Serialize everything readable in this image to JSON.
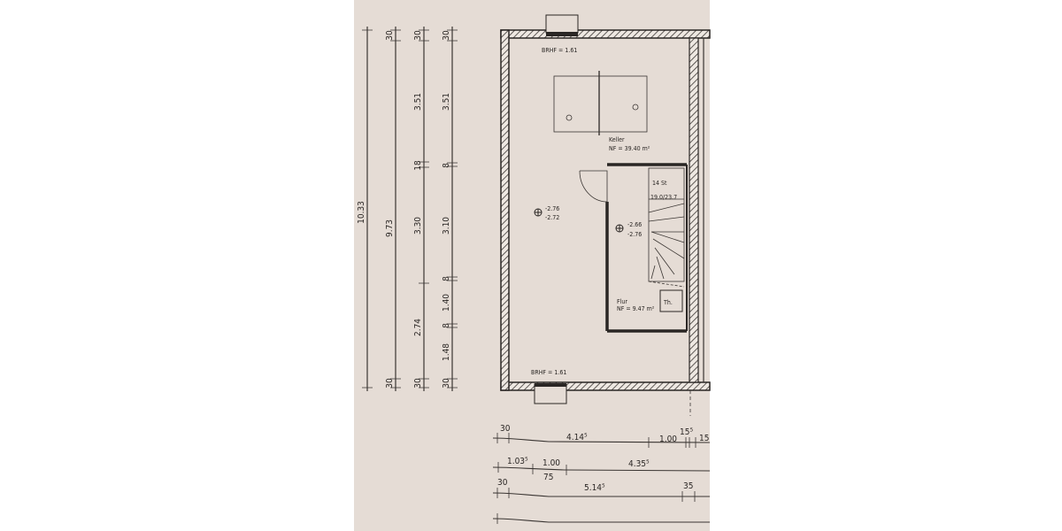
{
  "plan": {
    "room_keller": {
      "name": "Keller",
      "area": "NF = 39.40 m²",
      "sill_top": "BRHF = 1.61",
      "sill_bottom": "BRHF = 1.61",
      "level_1": "-2.76",
      "level_2": "-2.72"
    },
    "room_flur": {
      "name": "Flur",
      "area": "NF = 9.47 m²",
      "level_1": "-2.66",
      "level_2": "-2.76",
      "heater": "Th."
    },
    "stairs": {
      "steps": "14 St",
      "ratio": "19.0/23.7"
    },
    "dims_vertical": {
      "line1": [
        "10.33"
      ],
      "line2": [
        "30",
        "9.73",
        "30"
      ],
      "line3": [
        "30",
        "3.51",
        "18",
        "3.30",
        "2.74",
        "30"
      ],
      "line4": [
        "30",
        "3.51",
        "8",
        "3.10",
        "8",
        "1.40",
        "8",
        "1.48",
        "30"
      ]
    },
    "dims_horizontal": {
      "line1": [
        "30",
        "4.14⁵",
        "1.00",
        "15⁵",
        "15"
      ],
      "line2": [
        "1.03⁵",
        "1.00",
        "75",
        "4.35⁵"
      ],
      "line3": [
        "30",
        "5.14⁵",
        "35"
      ]
    }
  },
  "colors": {
    "paper": "#e5dcd5",
    "ink": "#2a2624"
  }
}
